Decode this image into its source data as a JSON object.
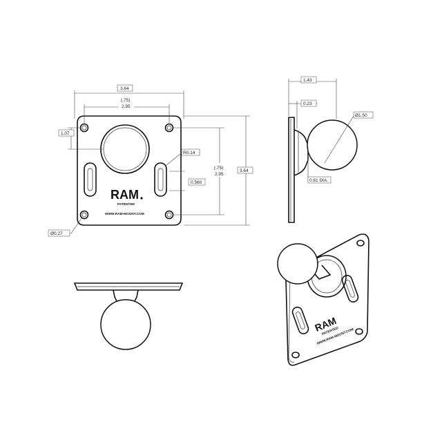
{
  "brand": {
    "logo": "RAM",
    "patented": "PATENTED",
    "website": "WWW.RAM-MOUNT.COM"
  },
  "dimensions": {
    "plate_width": "3.64",
    "hole_spacing_upper": "(.75)",
    "hole_spacing_lower": "2.95",
    "center_hole_offset": "1.07",
    "slot_radius": "R0.14",
    "slot_spacing_upper": "(.75)",
    "slot_spacing_lower": "2.95",
    "slot_width": "0.560",
    "plate_height": "3.64",
    "hole_diameter": "Ø0.27",
    "side_depth": "1.43",
    "plate_thickness": "0.23",
    "ball_diameter": "Ø1.50",
    "neck_diameter": "0.61 DIA."
  },
  "iso_brand": {
    "logo": "RAM",
    "patented": "PATENTED",
    "website": "WWW.RAM-MOUNT.COM"
  }
}
